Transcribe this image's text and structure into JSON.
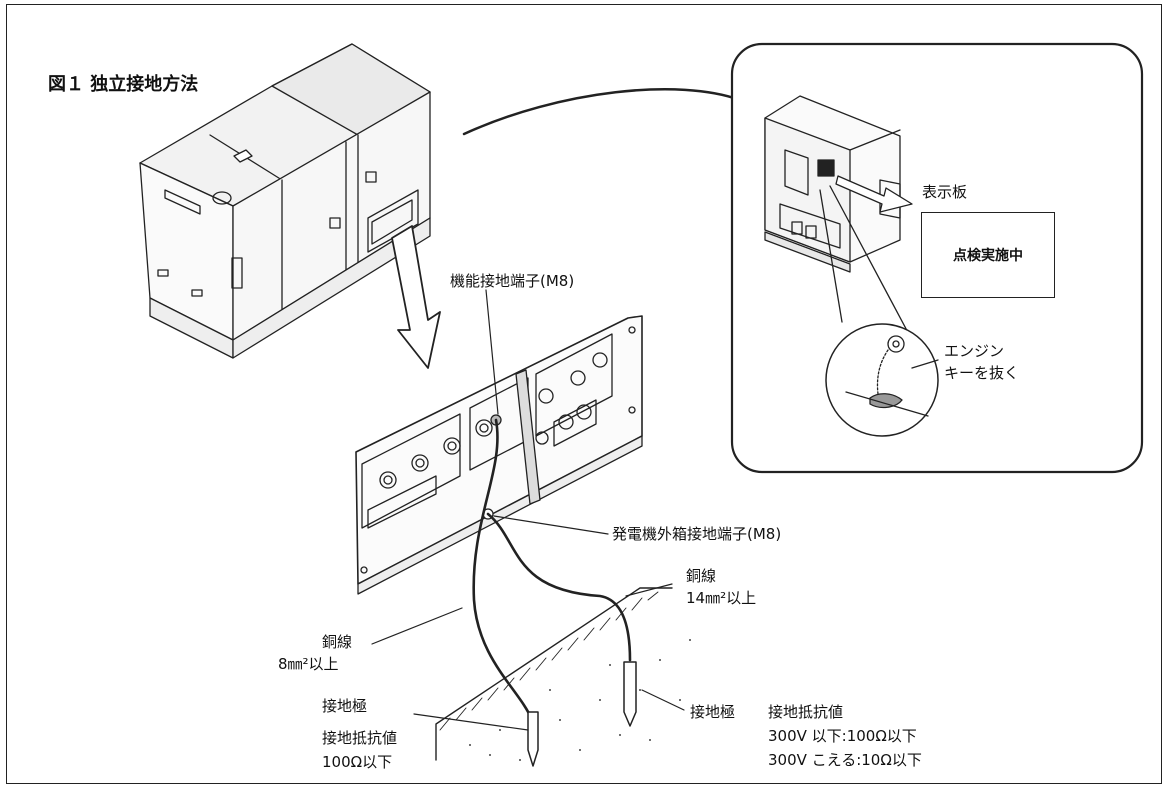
{
  "title": "図１ 独立接地方法",
  "inset": {
    "sign_caption": "表示板",
    "sign_text": "点検実施中",
    "key_line1": "エンジン",
    "key_line2": "キーを抜く"
  },
  "labels": {
    "functional_terminal": "機能接地端子(M8)",
    "case_terminal": "発電機外箱接地端子(M8)",
    "wire_right_line1": "銅線",
    "wire_right_line2": "14㎜²以上",
    "wire_left_line1": "銅線",
    "wire_left_line2": "8㎜²以上",
    "electrode_left": "接地極",
    "resistance_left_line1": "接地抵抗値",
    "resistance_left_line2": "100Ω以下",
    "electrode_right": "接地極",
    "resistance_right_line1": "接地抵抗値",
    "resistance_right_line2": "300V 以下:100Ω以下",
    "resistance_right_line3": "300V こえる:10Ω以下"
  }
}
